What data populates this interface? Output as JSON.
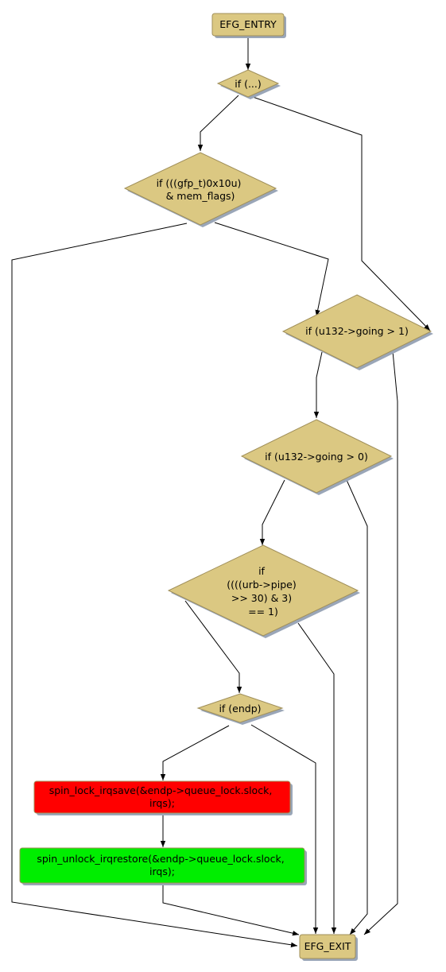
{
  "colors": {
    "decision": "#dbc882",
    "decision_border": "#a08f5a",
    "shadow": "#9aa6b8",
    "lock": "#ff0000",
    "unlock": "#00ee00",
    "edge": "#000000"
  },
  "nodes": {
    "entry": {
      "lines": [
        "EFG_ENTRY"
      ]
    },
    "if_any": {
      "lines": [
        "if (...)"
      ]
    },
    "if_gfp": {
      "lines": [
        "if (((gfp_t)0x10u)",
        "& mem_flags)"
      ]
    },
    "if_going1": {
      "lines": [
        "if (u132->going > 1)"
      ]
    },
    "if_going0": {
      "lines": [
        "if (u132->going > 0)"
      ]
    },
    "if_pipe": {
      "lines": [
        "if",
        "((((urb->pipe)",
        ">> 30) & 3)",
        "== 1)"
      ]
    },
    "if_endp": {
      "lines": [
        "if (endp)"
      ]
    },
    "lock": {
      "lines": [
        "spin_lock_irqsave(&endp->queue_lock.slock,",
        "irqs);"
      ]
    },
    "unlock": {
      "lines": [
        "spin_unlock_irqrestore(&endp->queue_lock.slock,",
        "irqs);"
      ]
    },
    "exit": {
      "lines": [
        "EFG_EXIT"
      ]
    }
  }
}
